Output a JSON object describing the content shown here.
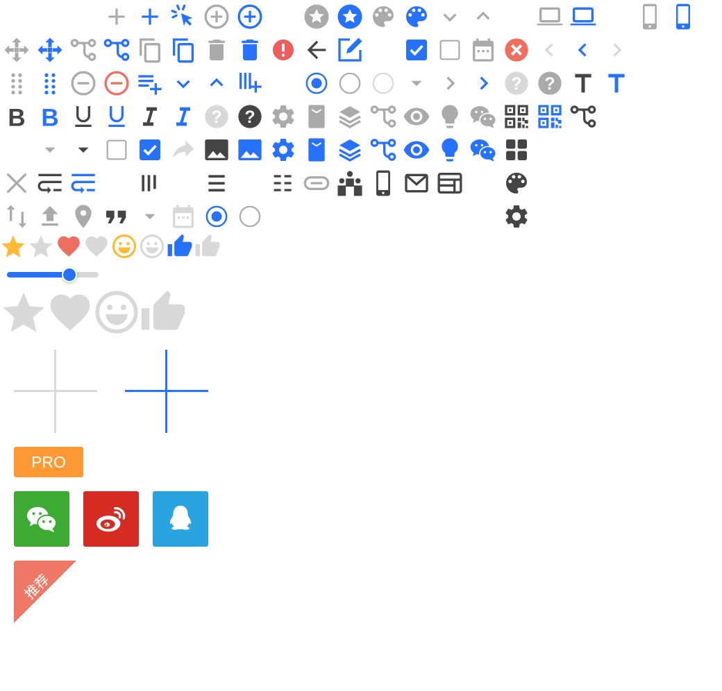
{
  "colors": {
    "gray": "#aaaaaa",
    "blue": "#2672ff",
    "dark": "#444444",
    "light": "#d8d8d8",
    "red": "#ee6e60",
    "alert": "#ee5c5c",
    "gold": "#ffbb33"
  },
  "icon_grid": [
    [
      null,
      null,
      null,
      {
        "icon": "plus",
        "tone": "gray"
      },
      {
        "icon": "plus",
        "tone": "blue"
      },
      {
        "icon": "click",
        "tone": "blue"
      },
      {
        "icon": "plus-circle",
        "tone": "gray"
      },
      {
        "icon": "plus-circle",
        "tone": "blue"
      },
      null,
      {
        "icon": "star-circle",
        "tone": "gray"
      },
      {
        "icon": "star-circle",
        "tone": "blue"
      },
      {
        "icon": "palette",
        "tone": "gray"
      },
      {
        "icon": "palette",
        "tone": "blue"
      },
      {
        "icon": "chevron-down",
        "tone": "gray"
      },
      {
        "icon": "chevron-up",
        "tone": "gray"
      },
      null,
      {
        "icon": "laptop",
        "tone": "gray"
      },
      {
        "icon": "laptop",
        "tone": "blue"
      },
      null,
      {
        "icon": "phone",
        "tone": "gray"
      },
      {
        "icon": "phone",
        "tone": "blue"
      }
    ],
    [
      {
        "icon": "move",
        "tone": "gray"
      },
      {
        "icon": "move",
        "tone": "blue"
      },
      {
        "icon": "branch",
        "tone": "gray"
      },
      {
        "icon": "branch",
        "tone": "blue"
      },
      {
        "icon": "copy",
        "tone": "gray"
      },
      {
        "icon": "copy",
        "tone": "blue"
      },
      {
        "icon": "trash",
        "tone": "gray"
      },
      {
        "icon": "trash",
        "tone": "blue"
      },
      {
        "icon": "error",
        "tone": "alert"
      },
      {
        "icon": "arrow-left",
        "tone": "dark"
      },
      {
        "icon": "edit",
        "tone": "blue"
      },
      null,
      {
        "icon": "checkbox-checked",
        "tone": "blue"
      },
      {
        "icon": "checkbox",
        "tone": "gray"
      },
      {
        "icon": "calendar",
        "tone": "gray"
      },
      {
        "icon": "close-circle",
        "tone": "red"
      },
      {
        "icon": "chevron-left",
        "tone": "light"
      },
      {
        "icon": "chevron-left",
        "tone": "blue"
      },
      {
        "icon": "chevron-right",
        "tone": "light"
      }
    ],
    [
      {
        "icon": "drag",
        "tone": "gray"
      },
      {
        "icon": "drag",
        "tone": "blue"
      },
      {
        "icon": "minus-circle",
        "tone": "gray"
      },
      {
        "icon": "minus-circle",
        "tone": "red"
      },
      {
        "icon": "list-add",
        "tone": "blue"
      },
      {
        "icon": "chevron-down",
        "tone": "blue"
      },
      {
        "icon": "chevron-up",
        "tone": "blue"
      },
      {
        "icon": "columns-add",
        "tone": "blue"
      },
      null,
      {
        "icon": "radio-checked",
        "tone": "blue"
      },
      {
        "icon": "radio",
        "tone": "gray"
      },
      {
        "icon": "radio",
        "tone": "light"
      },
      {
        "icon": "caret-down",
        "tone": "gray"
      },
      {
        "icon": "chevron-right",
        "tone": "gray"
      },
      {
        "icon": "chevron-right",
        "tone": "blue"
      },
      {
        "icon": "question-circle",
        "tone": "light"
      },
      {
        "icon": "question-circle",
        "tone": "gray"
      },
      {
        "icon": "text",
        "tone": "dark"
      },
      {
        "icon": "text",
        "tone": "blue"
      }
    ],
    [
      {
        "icon": "bold",
        "tone": "dark"
      },
      {
        "icon": "bold",
        "tone": "blue"
      },
      {
        "icon": "underline",
        "tone": "dark"
      },
      {
        "icon": "underline",
        "tone": "blue"
      },
      {
        "icon": "italic",
        "tone": "dark"
      },
      {
        "icon": "italic",
        "tone": "blue"
      },
      {
        "icon": "question-circle",
        "tone": "light"
      },
      {
        "icon": "question-circle",
        "tone": "dark"
      },
      {
        "icon": "gear",
        "tone": "gray"
      },
      {
        "icon": "card",
        "tone": "gray"
      },
      {
        "icon": "layers",
        "tone": "gray"
      },
      {
        "icon": "branch",
        "tone": "gray"
      },
      {
        "icon": "eye",
        "tone": "gray"
      },
      {
        "icon": "bulb",
        "tone": "gray"
      },
      {
        "icon": "wechat",
        "tone": "gray"
      },
      {
        "icon": "qrcode",
        "tone": "dark"
      },
      {
        "icon": "qrcode",
        "tone": "blue"
      },
      {
        "icon": "branch",
        "tone": "dark"
      }
    ],
    [
      null,
      {
        "icon": "caret-down",
        "tone": "gray"
      },
      {
        "icon": "caret-down",
        "tone": "dark"
      },
      {
        "icon": "checkbox",
        "tone": "gray"
      },
      {
        "icon": "checkbox-checked",
        "tone": "blue"
      },
      {
        "icon": "share",
        "tone": "light"
      },
      {
        "icon": "image",
        "tone": "dark"
      },
      {
        "icon": "image",
        "tone": "blue"
      },
      {
        "icon": "gear",
        "tone": "blue"
      },
      {
        "icon": "card",
        "tone": "blue"
      },
      {
        "icon": "layers",
        "tone": "blue"
      },
      {
        "icon": "branch",
        "tone": "blue"
      },
      {
        "icon": "eye",
        "tone": "blue"
      },
      {
        "icon": "bulb",
        "tone": "blue"
      },
      {
        "icon": "wechat",
        "tone": "blue"
      },
      {
        "icon": "apps",
        "tone": "dark"
      }
    ],
    [
      {
        "icon": "close",
        "tone": "gray"
      },
      {
        "icon": "wrap",
        "tone": "dark"
      },
      {
        "icon": "wrap",
        "tone": "blue"
      },
      null,
      {
        "icon": "columns",
        "tone": "dark"
      },
      null,
      {
        "icon": "align",
        "tone": "dark"
      },
      null,
      {
        "icon": "grid-list",
        "tone": "dark"
      },
      {
        "icon": "link",
        "tone": "gray"
      },
      {
        "icon": "team",
        "tone": "dark"
      },
      {
        "icon": "mobile",
        "tone": "dark"
      },
      {
        "icon": "mail",
        "tone": "dark"
      },
      {
        "icon": "layout",
        "tone": "dark"
      },
      null,
      {
        "icon": "palette",
        "tone": "dark"
      }
    ],
    [
      {
        "icon": "sort",
        "tone": "gray"
      },
      {
        "icon": "upload",
        "tone": "gray"
      },
      {
        "icon": "location",
        "tone": "gray"
      },
      {
        "icon": "quote",
        "tone": "dark"
      },
      {
        "icon": "caret-down",
        "tone": "gray"
      },
      {
        "icon": "calendar",
        "tone": "light"
      },
      {
        "icon": "radio-checked",
        "tone": "blue"
      },
      {
        "icon": "radio",
        "tone": "gray"
      },
      null,
      null,
      null,
      null,
      null,
      null,
      null,
      {
        "icon": "gear",
        "tone": "dark"
      }
    ]
  ],
  "reactions_small": [
    {
      "icon": "star",
      "tone": "gold"
    },
    {
      "icon": "star",
      "tone": "light"
    },
    {
      "icon": "heart",
      "tone": "red"
    },
    {
      "icon": "heart",
      "tone": "light"
    },
    {
      "icon": "smile",
      "tone": "gold"
    },
    {
      "icon": "smile",
      "tone": "light"
    },
    {
      "icon": "thumbs-up",
      "tone": "blue"
    },
    {
      "icon": "thumbs-up",
      "tone": "light"
    }
  ],
  "slider": {
    "value_percent": 68
  },
  "reactions_large": [
    {
      "icon": "star",
      "tone": "light"
    },
    {
      "icon": "heart",
      "tone": "light"
    },
    {
      "icon": "smile",
      "tone": "light"
    },
    {
      "icon": "thumbs-up",
      "tone": "light"
    }
  ],
  "crosshairs": [
    {
      "tone": "light"
    },
    {
      "tone": "blue"
    }
  ],
  "badge": {
    "label": "PRO",
    "color": "#ff9933"
  },
  "social": [
    {
      "icon": "wechat",
      "color": "#3daa34"
    },
    {
      "icon": "weibo",
      "color": "#d52b22"
    },
    {
      "icon": "qq",
      "color": "#29a4e0"
    }
  ],
  "ribbon": {
    "label": "推荐",
    "color": "#ee7766"
  }
}
